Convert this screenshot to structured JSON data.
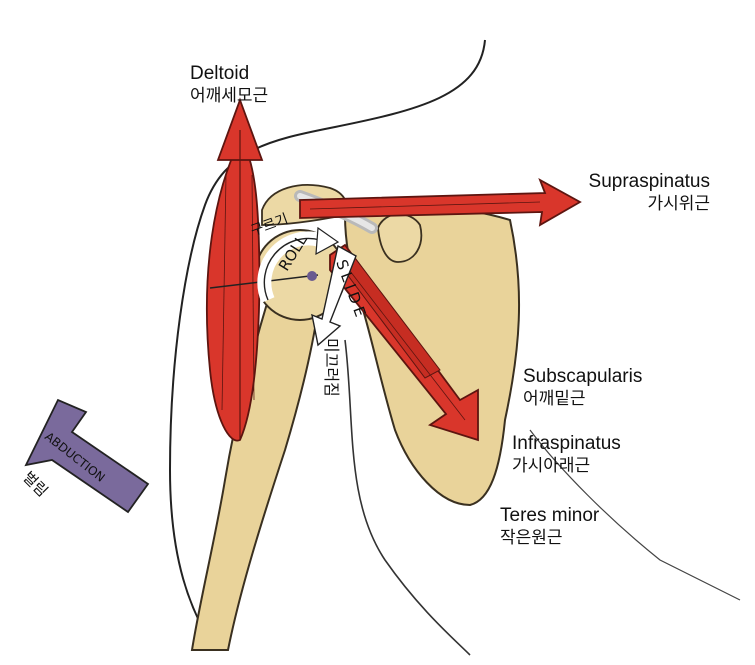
{
  "labels": {
    "deltoid": {
      "en": "Deltoid",
      "ko": "어깨세모근"
    },
    "supraspinatus": {
      "en": "Supraspinatus",
      "ko": "가시위근"
    },
    "subscapularis": {
      "en": "Subscapularis",
      "ko": "어깨밑근"
    },
    "infraspinatus": {
      "en": "Infraspinatus",
      "ko": "가시아래근"
    },
    "teres_minor": {
      "en": "Teres minor",
      "ko": "작은원근"
    }
  },
  "motion": {
    "roll": "ROLL",
    "slide": "SLIDE",
    "slide_ko": "미끄러짐",
    "roll_ko": "구르기",
    "abduction": "ABDUCTION",
    "abduction_ko": "벌림"
  },
  "colors": {
    "muscle_red": "#d9362b",
    "bone": "#e9d39a",
    "abduction_arrow": "#7a6a9c"
  }
}
